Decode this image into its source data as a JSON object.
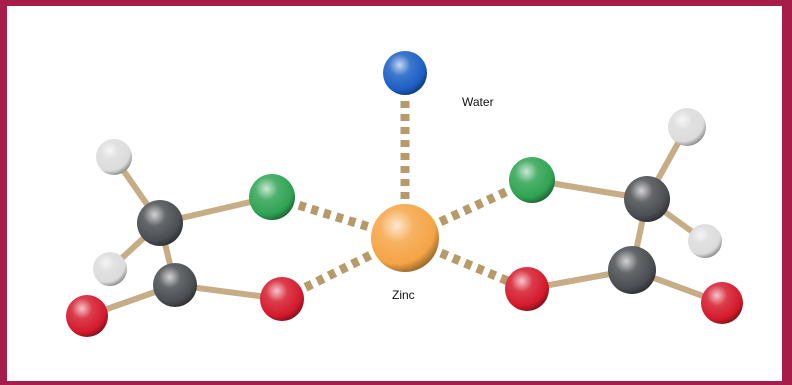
{
  "diagram": {
    "labels": {
      "water": "Water",
      "zinc": "Zinc"
    },
    "colors": {
      "frame_border": "#a51d48",
      "zinc": "#f5a445",
      "water_oxygen": "#1b5fc4",
      "carbon": "#4a4d51",
      "hydrogen": "#dcdcdc",
      "oxygen": "#d51a2c",
      "nitrogen": "#2fa352",
      "bond": "#c6ad86",
      "coordination_bond": "#b79a6a"
    },
    "atoms": [
      {
        "id": "zinc",
        "element": "zinc",
        "icon": "zinc-atom-icon"
      },
      {
        "id": "water",
        "element": "water_oxygen",
        "icon": "water-oxygen-atom-icon"
      },
      {
        "id": "n-left",
        "element": "nitrogen",
        "icon": "nitrogen-atom-icon"
      },
      {
        "id": "n-right",
        "element": "nitrogen",
        "icon": "nitrogen-atom-icon"
      },
      {
        "id": "c-alpha-left",
        "element": "carbon",
        "icon": "carbon-atom-icon"
      },
      {
        "id": "c-carb-left",
        "element": "carbon",
        "icon": "carbon-atom-icon"
      },
      {
        "id": "c-alpha-right",
        "element": "carbon",
        "icon": "carbon-atom-icon"
      },
      {
        "id": "c-carb-right",
        "element": "carbon",
        "icon": "carbon-atom-icon"
      },
      {
        "id": "h-left-top",
        "element": "hydrogen",
        "icon": "hydrogen-atom-icon"
      },
      {
        "id": "h-left-bottom",
        "element": "hydrogen",
        "icon": "hydrogen-atom-icon"
      },
      {
        "id": "h-right-top",
        "element": "hydrogen",
        "icon": "hydrogen-atom-icon"
      },
      {
        "id": "h-right-bottom",
        "element": "hydrogen",
        "icon": "hydrogen-atom-icon"
      },
      {
        "id": "o-left-outer",
        "element": "oxygen",
        "icon": "oxygen-atom-icon"
      },
      {
        "id": "o-left-inner",
        "element": "oxygen",
        "icon": "oxygen-atom-icon"
      },
      {
        "id": "o-right-inner",
        "element": "oxygen",
        "icon": "oxygen-atom-icon"
      },
      {
        "id": "o-right-outer",
        "element": "oxygen",
        "icon": "oxygen-atom-icon"
      }
    ],
    "bonds": [
      {
        "from": "c-alpha-left",
        "to": "h-left-top",
        "kind": "covalent"
      },
      {
        "from": "c-alpha-left",
        "to": "h-left-bottom",
        "kind": "covalent"
      },
      {
        "from": "c-alpha-left",
        "to": "n-left",
        "kind": "covalent"
      },
      {
        "from": "c-alpha-left",
        "to": "c-carb-left",
        "kind": "covalent"
      },
      {
        "from": "c-carb-left",
        "to": "o-left-outer",
        "kind": "covalent"
      },
      {
        "from": "c-carb-left",
        "to": "o-left-inner",
        "kind": "covalent"
      },
      {
        "from": "c-alpha-right",
        "to": "h-right-top",
        "kind": "covalent"
      },
      {
        "from": "c-alpha-right",
        "to": "h-right-bottom",
        "kind": "covalent"
      },
      {
        "from": "c-alpha-right",
        "to": "n-right",
        "kind": "covalent"
      },
      {
        "from": "c-alpha-right",
        "to": "c-carb-right",
        "kind": "covalent"
      },
      {
        "from": "c-carb-right",
        "to": "o-right-outer",
        "kind": "covalent"
      },
      {
        "from": "c-carb-right",
        "to": "o-right-inner",
        "kind": "covalent"
      },
      {
        "from": "zinc",
        "to": "water",
        "kind": "coordination"
      },
      {
        "from": "zinc",
        "to": "n-left",
        "kind": "coordination"
      },
      {
        "from": "zinc",
        "to": "n-right",
        "kind": "coordination"
      },
      {
        "from": "zinc",
        "to": "o-left-inner",
        "kind": "coordination"
      },
      {
        "from": "zinc",
        "to": "o-right-inner",
        "kind": "coordination"
      }
    ]
  }
}
